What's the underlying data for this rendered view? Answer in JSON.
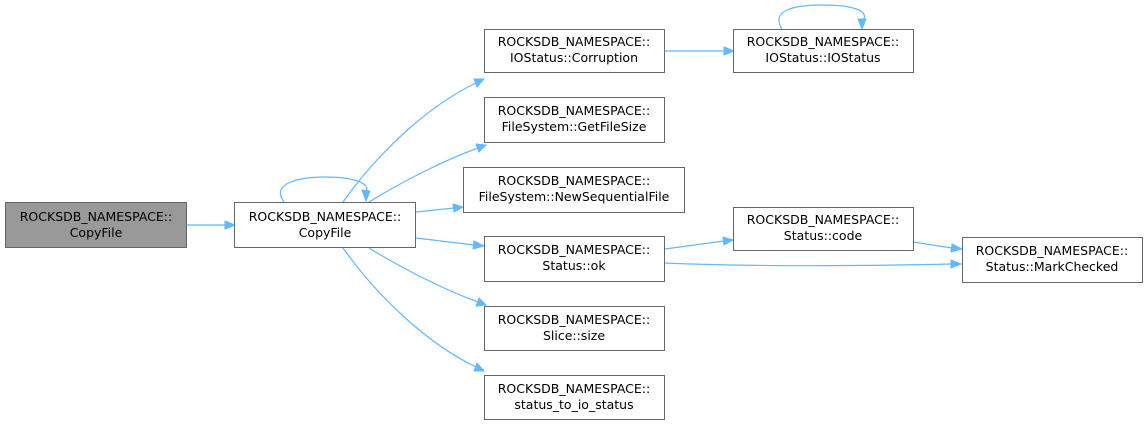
{
  "graph": {
    "nodes": {
      "root": {
        "line1": "ROCKSDB_NAMESPACE::",
        "line2": "CopyFile"
      },
      "copyfile": {
        "line1": "ROCKSDB_NAMESPACE::",
        "line2": "CopyFile"
      },
      "corruption": {
        "line1": "ROCKSDB_NAMESPACE::",
        "line2": "IOStatus::Corruption"
      },
      "iostatus": {
        "line1": "ROCKSDB_NAMESPACE::",
        "line2": "IOStatus::IOStatus"
      },
      "getfilesize": {
        "line1": "ROCKSDB_NAMESPACE::",
        "line2": "FileSystem::GetFileSize"
      },
      "newseqfile": {
        "line1": "ROCKSDB_NAMESPACE::",
        "line2": "FileSystem::NewSequentialFile"
      },
      "statusok": {
        "line1": "ROCKSDB_NAMESPACE::",
        "line2": "Status::ok"
      },
      "statuscode": {
        "line1": "ROCKSDB_NAMESPACE::",
        "line2": "Status::code"
      },
      "markchecked": {
        "line1": "ROCKSDB_NAMESPACE::",
        "line2": "Status::MarkChecked"
      },
      "slicesize": {
        "line1": "ROCKSDB_NAMESPACE::",
        "line2": "Slice::size"
      },
      "statustoio": {
        "line1": "ROCKSDB_NAMESPACE::",
        "line2": "status_to_io_status"
      }
    },
    "edges": [
      {
        "from": "root",
        "to": "copyfile"
      },
      {
        "from": "copyfile",
        "to": "copyfile"
      },
      {
        "from": "copyfile",
        "to": "corruption"
      },
      {
        "from": "copyfile",
        "to": "getfilesize"
      },
      {
        "from": "copyfile",
        "to": "newseqfile"
      },
      {
        "from": "copyfile",
        "to": "statusok"
      },
      {
        "from": "copyfile",
        "to": "slicesize"
      },
      {
        "from": "copyfile",
        "to": "statustoio"
      },
      {
        "from": "corruption",
        "to": "iostatus"
      },
      {
        "from": "iostatus",
        "to": "iostatus"
      },
      {
        "from": "statusok",
        "to": "statuscode"
      },
      {
        "from": "statusok",
        "to": "markchecked"
      },
      {
        "from": "statuscode",
        "to": "markchecked"
      }
    ],
    "colors": {
      "edge": "#63b8ff",
      "root_fill": "#999999",
      "node_border": "#666666"
    }
  }
}
